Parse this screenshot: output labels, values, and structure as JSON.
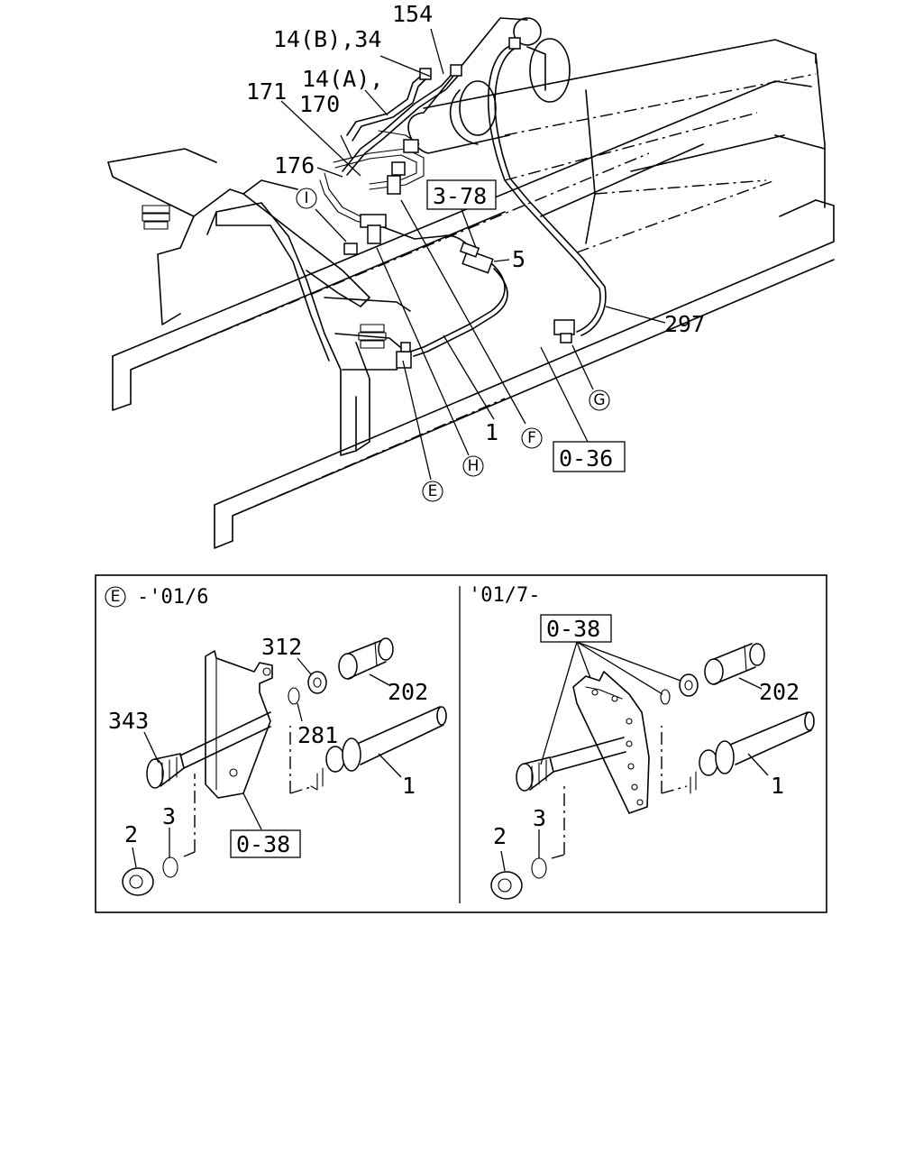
{
  "main_view": {
    "labels": {
      "p154": "154",
      "p14b_34": "14(B),34",
      "p14a": "14(A),",
      "p171": "171",
      "p170": "170",
      "p176": "176",
      "p5": "5",
      "p297": "297",
      "p1": "1"
    },
    "ref_boxes": {
      "r378": "3-78",
      "r036": "0-36"
    },
    "callouts": {
      "I": "I",
      "E": "E",
      "F": "F",
      "G": "G",
      "H": "H"
    }
  },
  "detail_panel": {
    "left": {
      "callout": "E",
      "range": "-'01/6",
      "labels": {
        "p312": "312",
        "p202": "202",
        "p343": "343",
        "p281": "281",
        "p1": "1",
        "p3": "3",
        "p2": "2"
      },
      "ref_box": "0-38"
    },
    "right": {
      "range": "'01/7-",
      "labels": {
        "p202": "202",
        "p1": "1",
        "p3": "3",
        "p2": "2"
      },
      "ref_box": "0-38"
    }
  }
}
